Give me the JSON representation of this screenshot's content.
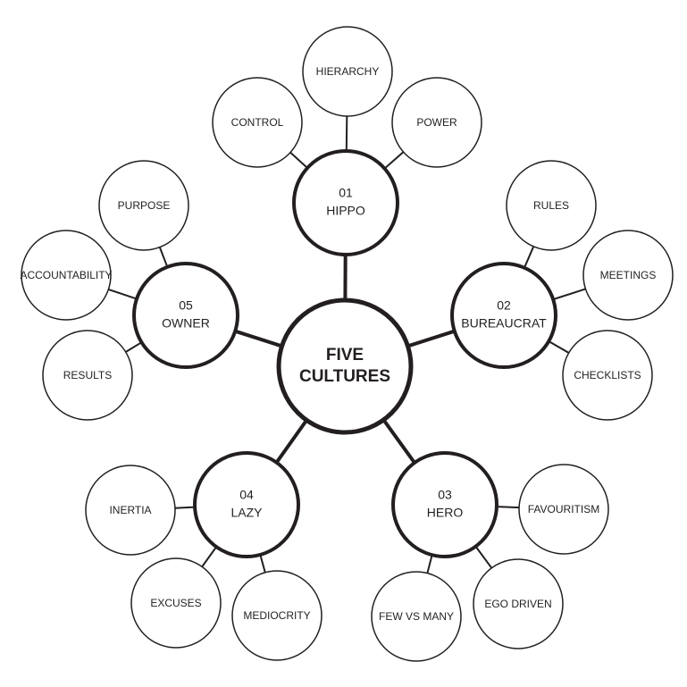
{
  "colors": {
    "stroke": "#231f20",
    "fill": "#ffffff",
    "text": "#231f20",
    "background": "#ffffff"
  },
  "center": {
    "lines": [
      "FIVE",
      "CULTURES"
    ]
  },
  "cultures": [
    {
      "number": "01",
      "name": "HIPPO",
      "traits": [
        "CONTROL",
        "HIERARCHY",
        "POWER"
      ]
    },
    {
      "number": "02",
      "name": "BUREAUCRAT",
      "traits": [
        "RULES",
        "MEETINGS",
        "CHECKLISTS"
      ]
    },
    {
      "number": "03",
      "name": "HERO",
      "traits": [
        "FAVOURITISM",
        "EGO DRIVEN",
        "FEW VS MANY"
      ]
    },
    {
      "number": "04",
      "name": "LAZY",
      "traits": [
        "INERTIA",
        "EXCUSES",
        "MEDIOCRITY"
      ]
    },
    {
      "number": "05",
      "name": "OWNER",
      "traits": [
        "PURPOSE",
        "ACCOUNTABILITY",
        "RESULTS"
      ]
    }
  ]
}
